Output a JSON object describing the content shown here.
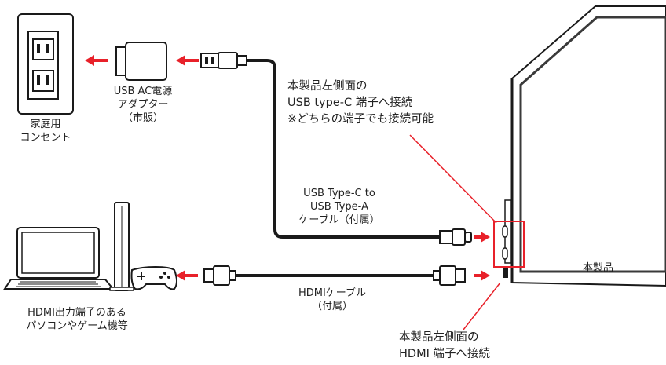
{
  "labels": {
    "outlet_l1": "家庭用",
    "outlet_l2": "コンセント",
    "adapter_l1": "USB AC電源",
    "adapter_l2": "アダプター",
    "adapter_l3": "（市販）",
    "usbc_port_l1": "本製品左側面の",
    "usbc_port_l2": "USB type-C 端子へ接続",
    "usbc_port_l3": "※どちらの端子でも接続可能",
    "usb_cable_l1": "USB Type-C to",
    "usb_cable_l2": "USB Type-A",
    "usb_cable_l3": "ケーブル（付属）",
    "product": "本製品",
    "hdmi_cable_l1": "HDMIケーブル",
    "hdmi_cable_l2": "（付属）",
    "source_l1": "HDMI出力端子のある",
    "source_l2": "パソコンやゲーム機等",
    "hdmi_port_l1": "本製品左側面の",
    "hdmi_port_l2": "HDMI 端子へ接続"
  },
  "colors": {
    "arrow": "#e8212a",
    "callout": "#e8212a",
    "line": "#1a1a1a",
    "screen": "#3a3a3a"
  }
}
